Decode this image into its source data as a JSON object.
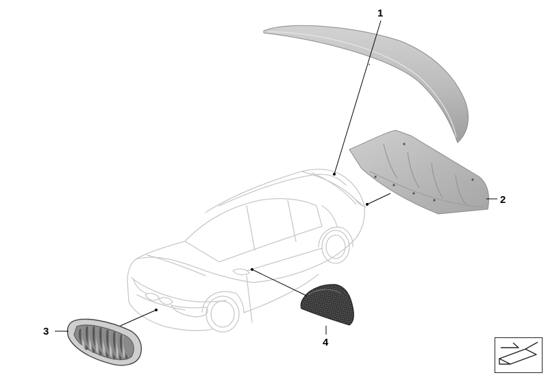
{
  "diagram": {
    "type": "exploded-parts-view",
    "colors": {
      "car_outline": "#c8c8c8",
      "part_fill": "#b9b9b9",
      "part_dark": "#9a9a9a",
      "leader_line": "#000000",
      "carbon_dark": "#3a3a3a"
    },
    "callouts": [
      {
        "id": "1",
        "label": "1"
      },
      {
        "id": "2",
        "label": "2"
      },
      {
        "id": "3",
        "label": "3"
      },
      {
        "id": "4",
        "label": "4"
      }
    ]
  },
  "navigation": {
    "icon": "arrow-down-left-icon"
  }
}
